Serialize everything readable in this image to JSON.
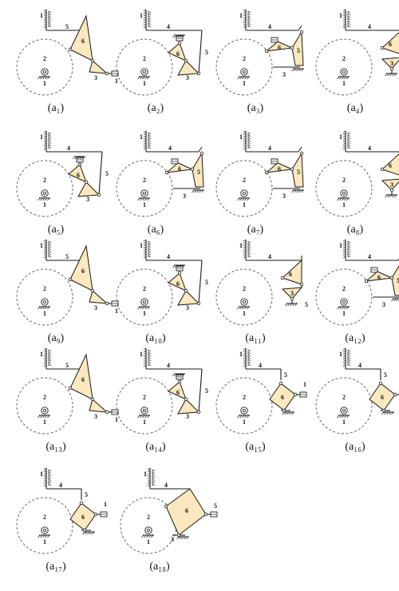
{
  "figure": {
    "panels": [
      {
        "caption": "(a₁)",
        "kind": "A"
      },
      {
        "caption": "(a₂)",
        "kind": "B"
      },
      {
        "caption": "(a₃)",
        "kind": "C"
      },
      {
        "caption": "(a₄)",
        "kind": "D"
      },
      {
        "caption": "(a₅)",
        "kind": "B"
      },
      {
        "caption": "(a₆)",
        "kind": "C"
      },
      {
        "caption": "(a₇)",
        "kind": "C"
      },
      {
        "caption": "(a₈)",
        "kind": "D"
      },
      {
        "caption": "(a₉)",
        "kind": "A"
      },
      {
        "caption": "(a₁₀)",
        "kind": "B"
      },
      {
        "caption": "(a₁₁)",
        "kind": "D"
      },
      {
        "caption": "(a₁₂)",
        "kind": "C"
      },
      {
        "caption": "(a₁₃)",
        "kind": "A"
      },
      {
        "caption": "(a₁₄)",
        "kind": "B"
      },
      {
        "caption": "(a₁₅)",
        "kind": "E"
      },
      {
        "caption": "(a₁₆)",
        "kind": "E"
      },
      {
        "caption": "(a₁₇)",
        "kind": "E"
      },
      {
        "caption": "(a₁₈)",
        "kind": "F"
      }
    ],
    "link_labels": {
      "frame": "1",
      "gear": "2",
      "link3": "3",
      "link4": "4",
      "link5": "5",
      "link6": "6"
    },
    "colors": {
      "fill": "#fbe8be",
      "stroke": "#1a1a1a",
      "dash": "#555555"
    }
  }
}
